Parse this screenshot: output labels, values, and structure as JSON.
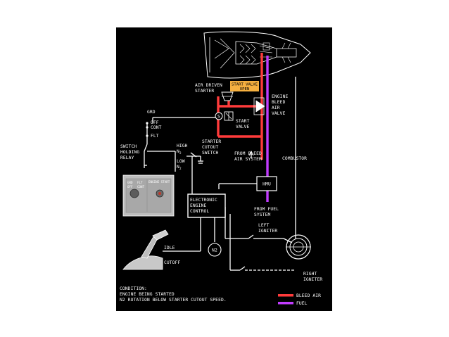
{
  "colors": {
    "background": "#000000",
    "bleed_air": "#ff3b3b",
    "fuel": "#c13cff",
    "start_valve_box": "#f5b040",
    "wire": "#ffffff",
    "switch_panel": "#bdbdbd"
  },
  "labels": {
    "air_driven_starter": [
      "AIR DRIVEN",
      "STARTER"
    ],
    "start_valve_open": [
      "START VALVE",
      "OPEN"
    ],
    "engine_bleed_air_valve": [
      "ENGINE",
      "BLEED",
      "AIR",
      "VALVE"
    ],
    "grd": "GRD",
    "off": "OFF",
    "cont": "CONT",
    "flt": "FLT",
    "s_symbol": "S",
    "start_valve": [
      "START",
      "VALVE"
    ],
    "switch_holding_relay": [
      "SWITCH",
      "HOLDING",
      "RELAY"
    ],
    "high_n2": "HIGH",
    "low_n2": "LOW",
    "n2_sub": "2",
    "n_letter": "N",
    "starter_cutout_switch": [
      "STARTER",
      "CUTOUT",
      "SWITCH"
    ],
    "from_bleed_air_system": [
      "FROM BLEED",
      "AIR SYSTEM"
    ],
    "combustor": "COMBUSTOR",
    "hmu": "HMU",
    "electronic_engine_control": [
      "ELECTRONIC",
      "ENGINE",
      "CONTROL"
    ],
    "from_fuel_system": [
      "FROM FUEL",
      "SYSTEM"
    ],
    "left_igniter": [
      "LEFT",
      "IGNITER"
    ],
    "idle": "IDLE",
    "n2_sensor": "N2",
    "cutoff": "CUTOFF",
    "right_igniter": [
      "RIGHT",
      "IGNITER"
    ],
    "panel_engine_start": "ENGINE START",
    "panel_positions": [
      "GRD",
      "OFF",
      "CONT",
      "FLT"
    ]
  },
  "condition": {
    "heading": "CONDITION:",
    "line1": "ENGINE BEING STARTED",
    "line2": "N2 ROTATION BELOW STARTER CUTOUT SPEED."
  },
  "legend": [
    {
      "label": "BLEED AIR",
      "color": "#ff3b3b"
    },
    {
      "label": "FUEL",
      "color": "#c13cff"
    }
  ]
}
